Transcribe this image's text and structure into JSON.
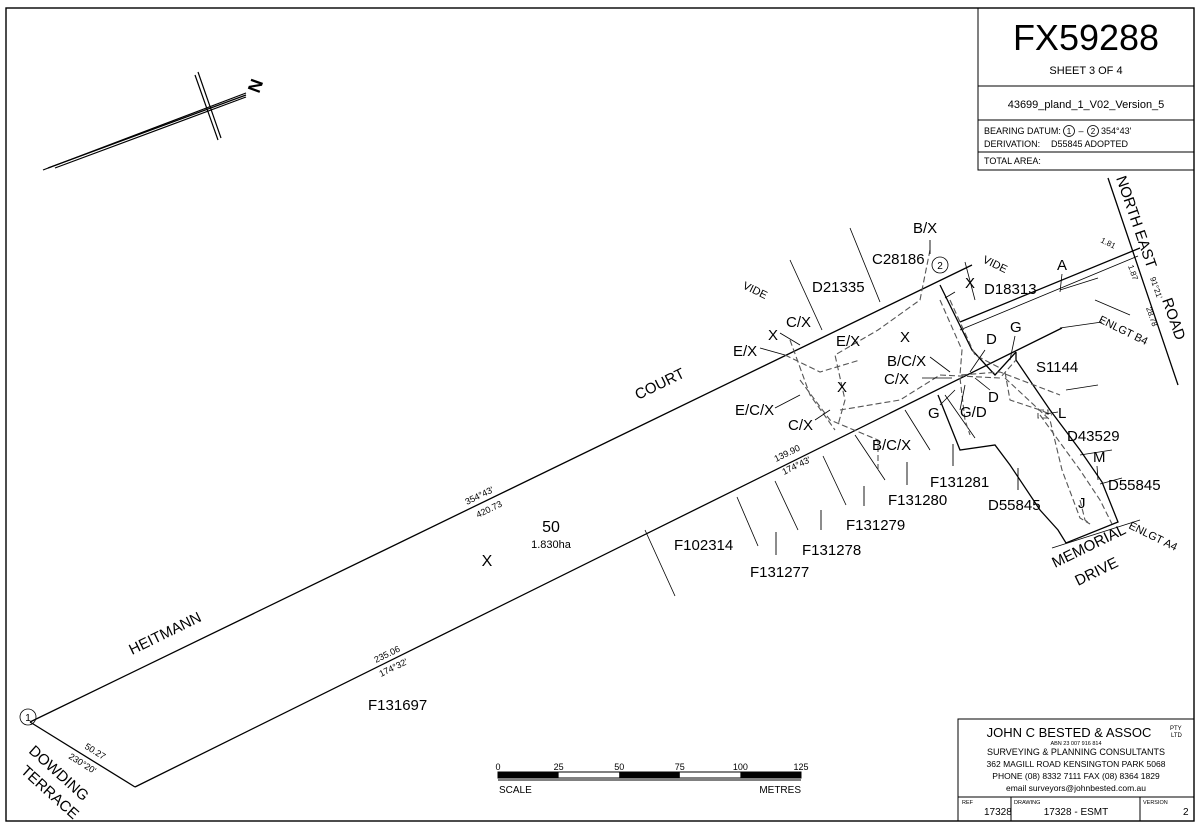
{
  "plan": {
    "number": "FX59288",
    "sheet": "SHEET 3 OF 4",
    "file_ref": "43699_pland_1_V02_Version_5",
    "bearing_datum_label": "BEARING DATUM:",
    "bearing_datum_from": "1",
    "bearing_datum_sep": "–",
    "bearing_datum_to": "2",
    "bearing_datum_value": "354°43'",
    "derivation_label": "DERIVATION:",
    "derivation_value": "D55845 ADOPTED",
    "total_area_label": "TOTAL AREA:"
  },
  "north_arrow": {
    "label": "N"
  },
  "roads": {
    "heitmann": "HEITMANN",
    "court": "COURT",
    "north_east": "NORTH EAST",
    "road": "ROAD",
    "memorial": "MEMORIAL",
    "drive": "DRIVE",
    "dowding": "DOWDING",
    "terrace": "TERRACE",
    "vide_1": "VIDE",
    "vide_2": "VIDE",
    "enlgt_b4": "ENLGT B4",
    "enlgt_a4": "ENLGT A4"
  },
  "parcel": {
    "number": "50",
    "area": "1.830ha",
    "x_mark": "X"
  },
  "stations": {
    "one": "1",
    "two": "2"
  },
  "dimensions": {
    "north_bearing": "354°43'",
    "north_dist": "420.73",
    "south_dist": "235.06",
    "south_bearing": "174°32'",
    "east_dist": "139.90",
    "east_bearing": "174°43'",
    "dowding_dist": "50.27",
    "dowding_bearing": "230°20'",
    "ne_a": "1.81",
    "ne_b": "1.87",
    "ne_bearing": "91°21'",
    "ne_c": "28.78"
  },
  "adjoining": {
    "d21335": "D21335",
    "c28186": "C28186",
    "d18313": "D18313",
    "s1144": "S1144",
    "d43529": "D43529",
    "d55845_a": "D55845",
    "d55845_b": "D55845",
    "f131281": "F131281",
    "f131280": "F131280",
    "f131279": "F131279",
    "f131278": "F131278",
    "f131277": "F131277",
    "f102314": "F102314",
    "f131697": "F131697"
  },
  "easements": {
    "bx_top": "B/X",
    "x_top": "X",
    "cx_top": "C/X",
    "x_left": "X",
    "ex_left": "E/X",
    "ex_mid": "E/X",
    "x_mid1": "X",
    "x_mid2": "X",
    "bcx_mid": "B/C/X",
    "cx_mid": "C/X",
    "ecx": "E/C/X",
    "cx_low": "C/X",
    "bcx_low": "B/C/X",
    "d_1": "D",
    "d_2": "D",
    "g_1": "G",
    "g_2": "G",
    "gd": "G/D",
    "l": "L",
    "m": "M",
    "j": "J",
    "a": "A"
  },
  "scale_bar": {
    "ticks": [
      "0",
      "25",
      "50",
      "75",
      "100",
      "125"
    ],
    "scale_label": "SCALE",
    "metres_label": "METRES"
  },
  "title_block": {
    "firm": "JOHN C BESTED & ASSOC",
    "firm_suffix_1": "PTY",
    "firm_suffix_2": "LTD",
    "abn": "ABN 23 007 916 814",
    "services": "SURVEYING & PLANNING CONSULTANTS",
    "address": "362 MAGILL ROAD  KENSINGTON PARK 5068",
    "phone": "PHONE (08) 8332 7111  FAX (08) 8364 1829",
    "email": "email  surveyors@johnbested.com.au",
    "ref_label": "REF",
    "ref_value": "17328",
    "drawing_label": "DRAWING",
    "drawing_value": "17328 - ESMT",
    "version_label": "VERSION",
    "version_value": "2"
  }
}
